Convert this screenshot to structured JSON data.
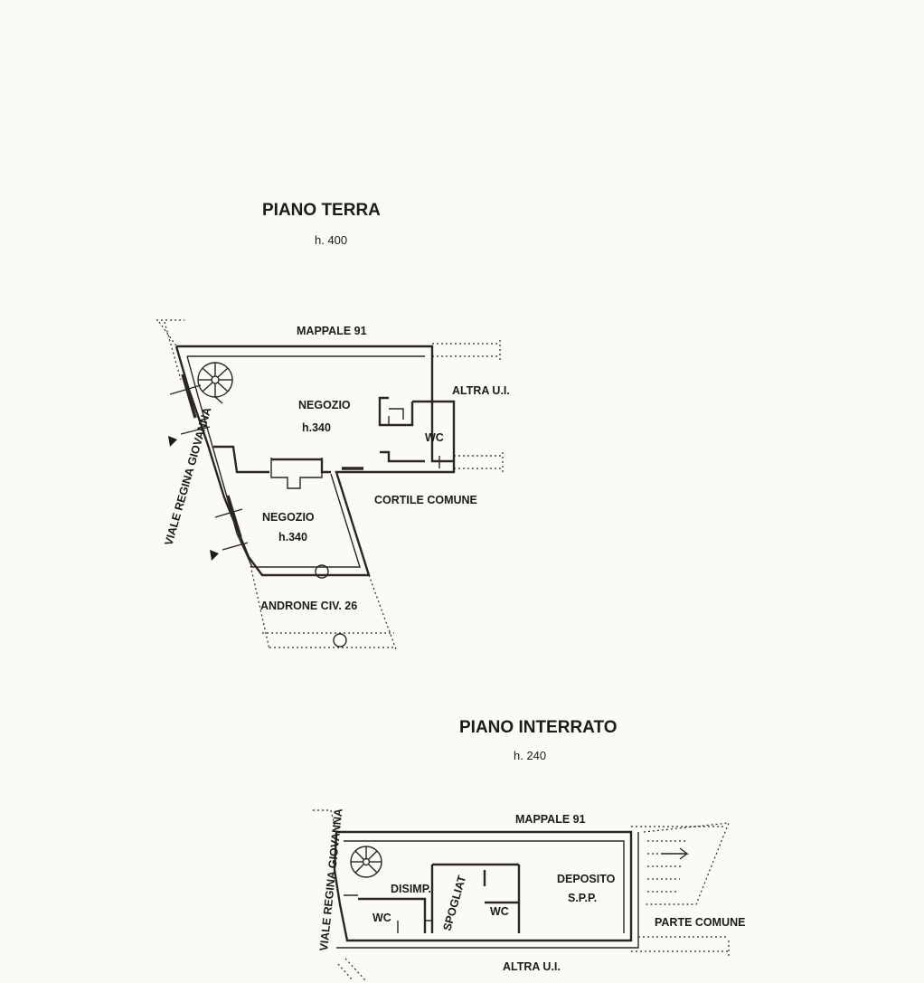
{
  "ground_floor": {
    "title": "PIANO TERRA",
    "height": "h. 400",
    "labels": {
      "mappale": "MAPPALE 91",
      "altra_ui": "ALTRA U.I.",
      "negozio_1": "NEGOZIO",
      "negozio_1_h": "h.340",
      "wc": "WC",
      "cortile": "CORTILE COMUNE",
      "negozio_2": "NEGOZIO",
      "negozio_2_h": "h.340",
      "androne": "ANDRONE CIV. 26",
      "street": "VIALE REGINA GIOVANNA"
    }
  },
  "basement": {
    "title": "PIANO INTERRATO",
    "height": "h. 240",
    "labels": {
      "mappale": "MAPPALE 91",
      "disimp": "DISIMP.",
      "spogliat": "SPOGLIAT",
      "wc_left": "WC",
      "wc_right": "WC",
      "deposito": "DEPOSITO",
      "spp": "S.P.P.",
      "parte_comune": "PARTE COMUNE",
      "altra_ui": "ALTRA U.I.",
      "street": "VIALE REGINA GIOVANNA"
    }
  }
}
